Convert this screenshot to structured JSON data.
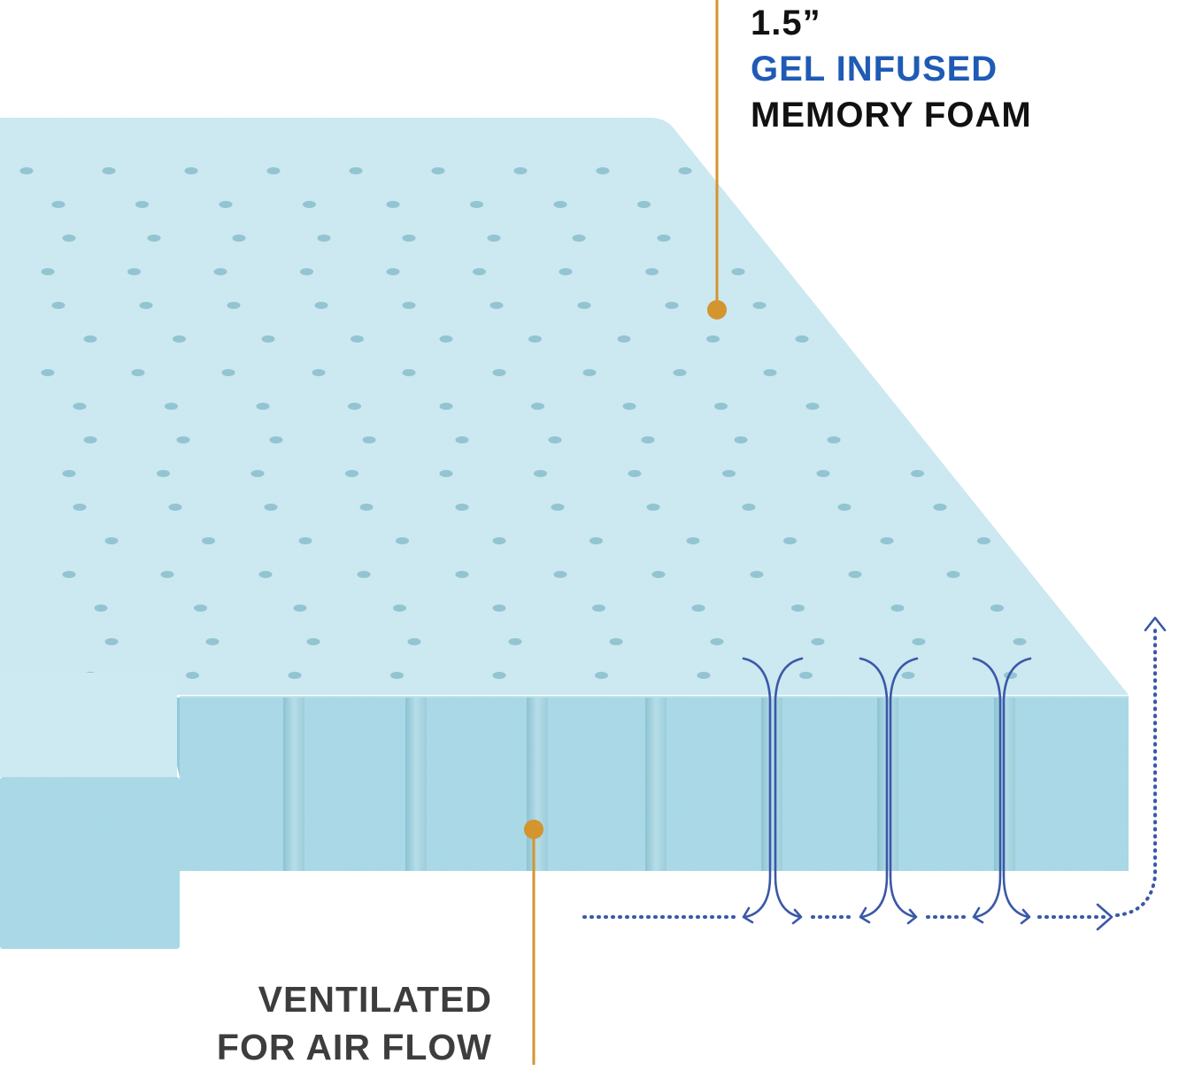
{
  "callouts": {
    "top": {
      "line1": "1.5”",
      "line2": "GEL INFUSED",
      "line3": "MEMORY FOAM"
    },
    "bottom": {
      "line1": "VENTILATED",
      "line2": "FOR AIR FLOW"
    }
  },
  "colors": {
    "foam_top": "#cde9f1",
    "foam_side": "#a9d8e6",
    "foam_hole": "#8fc1d0",
    "callout_line": "#d4942e",
    "accent_blue_text": "#1f5bb5",
    "airflow_arrows": "#3a58a8",
    "dark_text": "#111111",
    "grey_text": "#3d3d3d"
  },
  "icons": {
    "airflow": "airflow-arrows-icon",
    "callout_marker": "callout-dot-icon"
  }
}
